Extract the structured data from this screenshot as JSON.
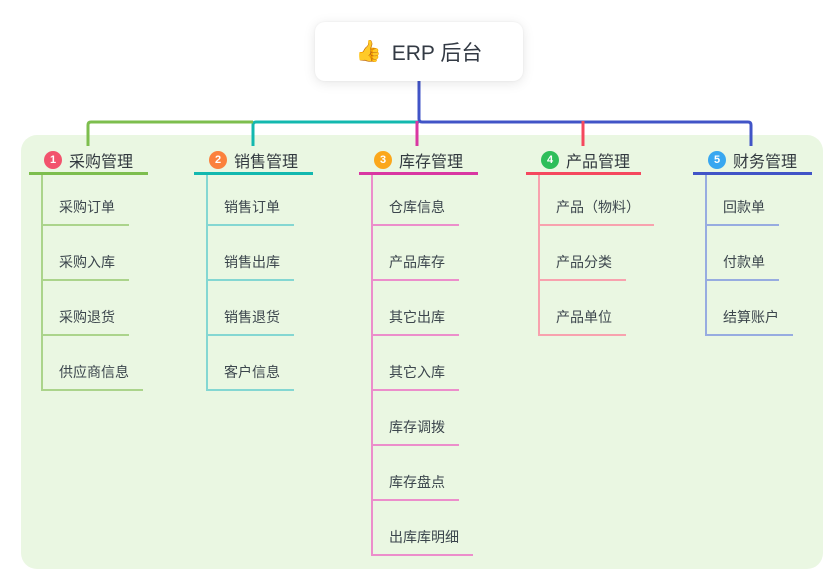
{
  "root": {
    "icon": "👍",
    "label": "ERP 后台"
  },
  "colors": {
    "canvas_bg": "#FFFFFF",
    "panel_bg": "#EAF7E2",
    "root_line": "#4154C7",
    "title_text": "#32393F",
    "child_text": "#3C464D"
  },
  "branches": [
    {
      "num": "1",
      "label": "采购管理",
      "badge_color": "#F2536D",
      "line_color": "#7DBE4E",
      "line_light": "#ABD48B",
      "children": [
        "采购订单",
        "采购入库",
        "采购退货",
        "供应商信息"
      ]
    },
    {
      "num": "2",
      "label": "销售管理",
      "badge_color": "#FB813D",
      "line_color": "#13B8AF",
      "line_light": "#84D7D2",
      "children": [
        "销售订单",
        "销售出库",
        "销售退货",
        "客户信息"
      ]
    },
    {
      "num": "3",
      "label": "库存管理",
      "badge_color": "#FBA71B",
      "line_color": "#D937A2",
      "line_light": "#EC8ECB",
      "children": [
        "仓库信息",
        "产品库存",
        "其它出库",
        "其它入库",
        "库存调拨",
        "库存盘点",
        "出库库明细"
      ]
    },
    {
      "num": "4",
      "label": "产品管理",
      "badge_color": "#2EBE5A",
      "line_color": "#F5485E",
      "line_light": "#F8A2AE",
      "children": [
        "产品（物料）",
        "产品分类",
        "产品单位"
      ]
    },
    {
      "num": "5",
      "label": "财务管理",
      "badge_color": "#38A7F0",
      "line_color": "#4154C7",
      "line_light": "#97ACE0",
      "children": [
        "回款单",
        "付款单",
        "结算账户"
      ]
    }
  ]
}
